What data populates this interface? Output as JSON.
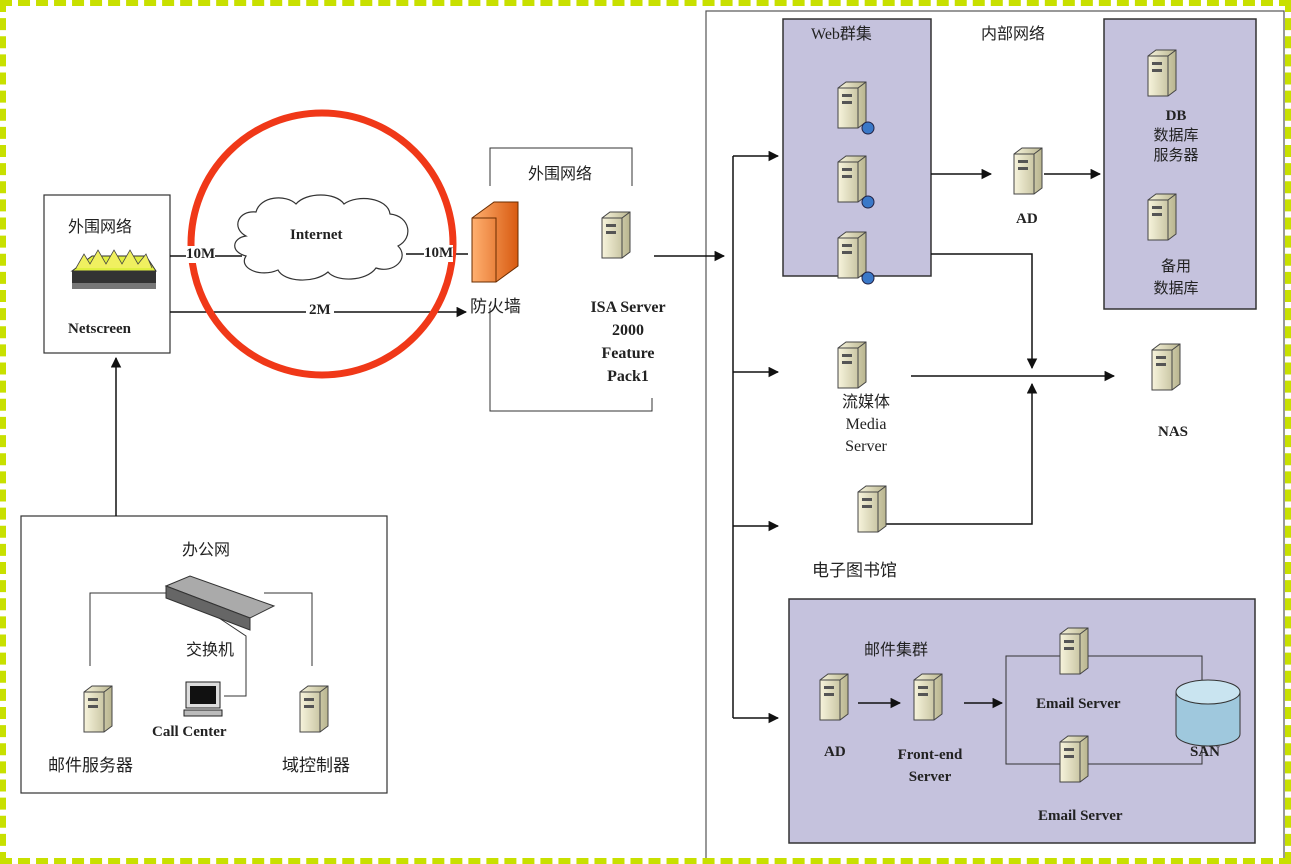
{
  "left_network": {
    "title": "外围网络",
    "device": "Netscreen"
  },
  "internet": {
    "label": "Internet",
    "link_10m_left": "10M",
    "link_10m_right": "10M",
    "link_2m": "2M"
  },
  "firewall": {
    "label": "防火墙"
  },
  "perimeter": {
    "title": "外围网络",
    "isa_lines": [
      "ISA Server",
      "2000",
      "Feature",
      "Pack1"
    ]
  },
  "internal": {
    "title": "内部网络",
    "web_cluster": "Web群集",
    "ad": "AD",
    "db_lines": [
      "DB",
      "数据库",
      "服务器"
    ],
    "backup_lines": [
      "备用",
      "数据库"
    ],
    "media_lines": [
      "流媒体",
      "Media",
      "Server"
    ],
    "nas": "NAS",
    "ebook": "电子图书馆"
  },
  "mail_cluster": {
    "title": "邮件集群",
    "ad": "AD",
    "frontend_lines": [
      "Front-end",
      "Server"
    ],
    "email_server_1": "Email Server",
    "email_server_2": "Email Server",
    "san": "SAN"
  },
  "office": {
    "title": "办公网",
    "switch": "交换机",
    "call_center": "Call Center",
    "mail_server": "邮件服务器",
    "domain_controller": "域控制器"
  },
  "colors": {
    "highlight_circle": "#f03818",
    "cluster_fill": "#c5c2dd",
    "frame_border": "#c8e000"
  }
}
